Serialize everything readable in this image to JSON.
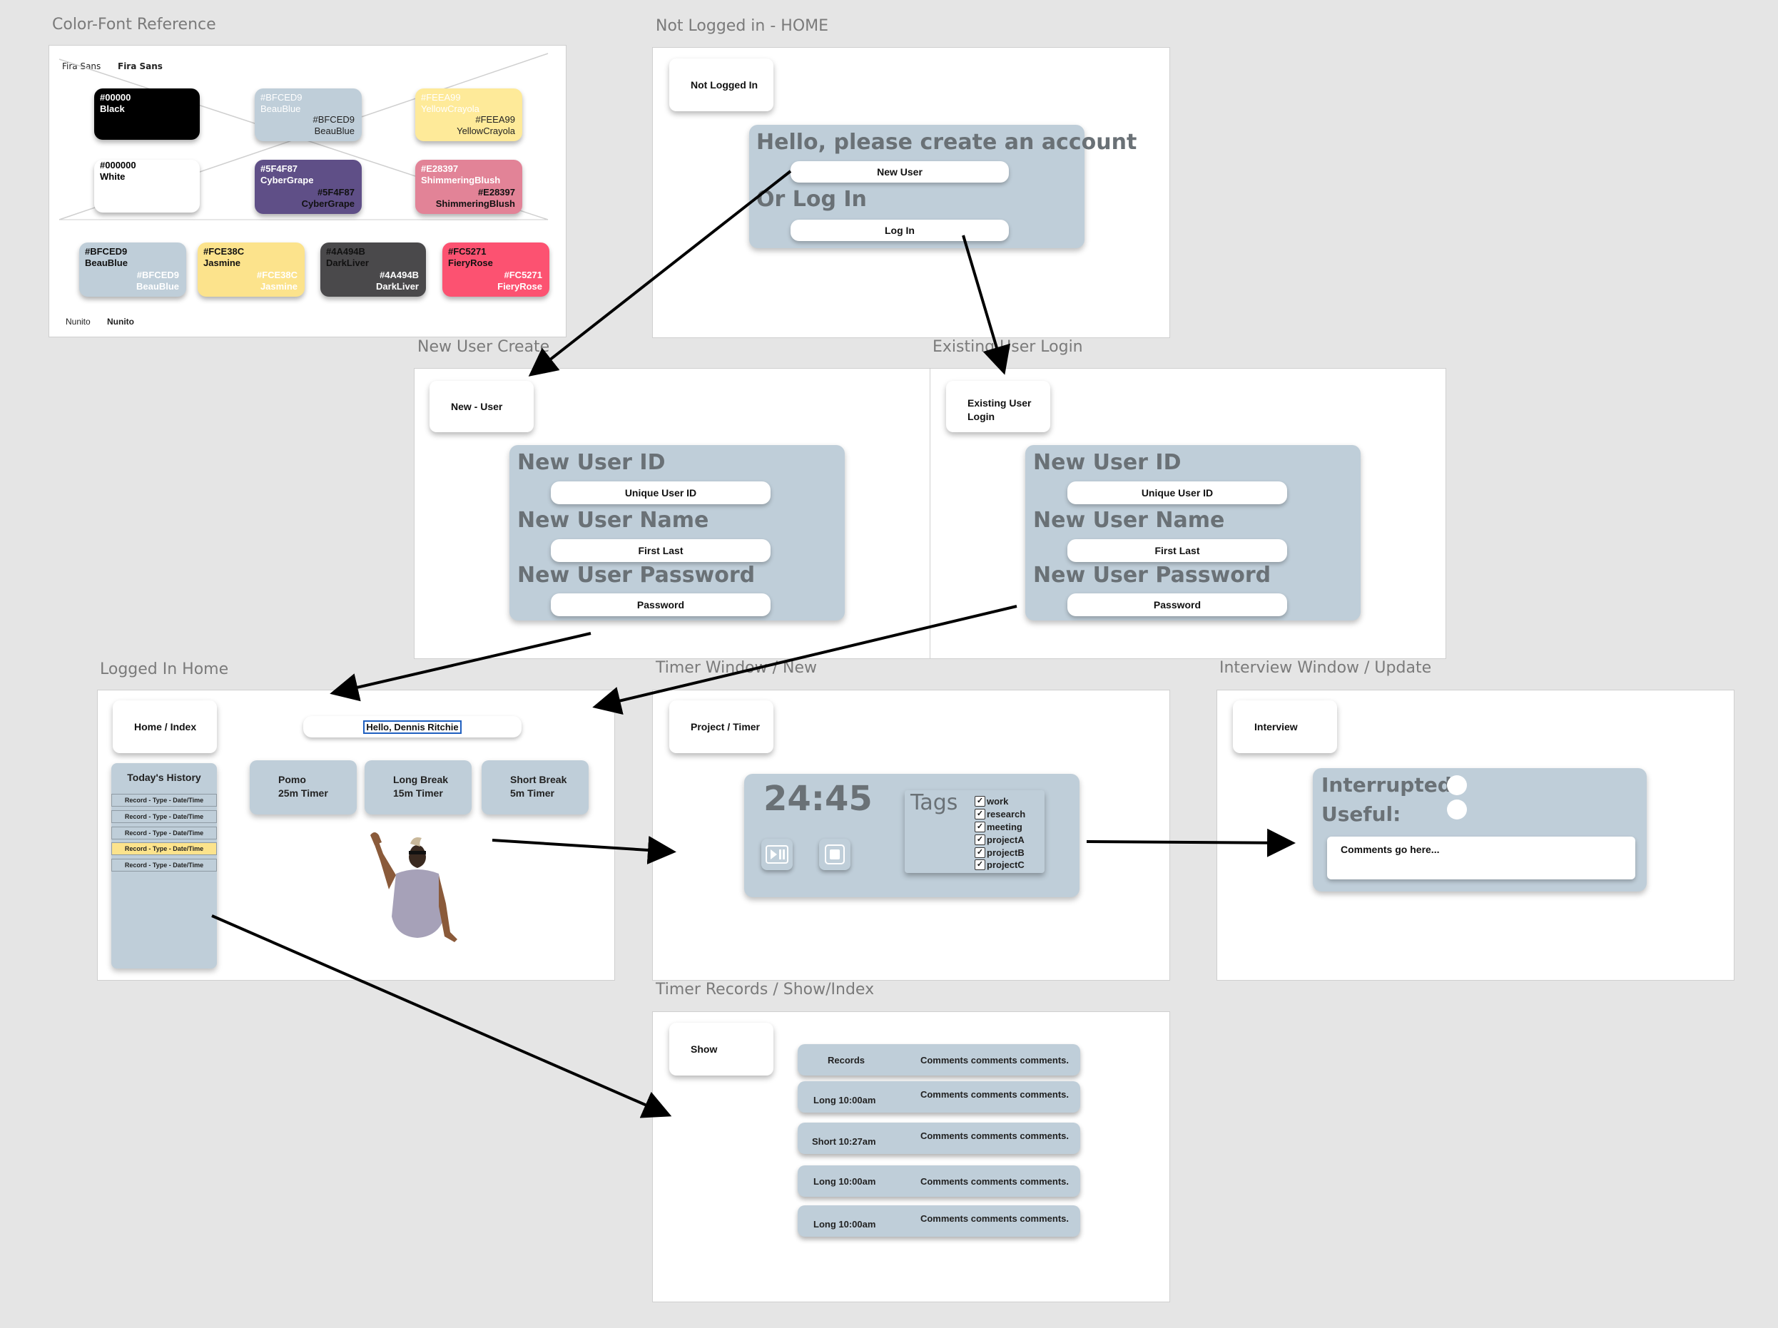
{
  "frames": {
    "color_font": "Color-Font Reference",
    "not_logged_home": "Not Logged in - HOME",
    "new_user_create": "New User Create",
    "existing_login": "Existing User Login",
    "logged_home": "Logged In Home",
    "timer_window": "Timer Window / New",
    "interview_window": "Interview Window / Update",
    "timer_records": "Timer Records / Show/Index"
  },
  "reference": {
    "font1_regular": "Fira Sans",
    "font1_bold": "Fira Sans",
    "font2_regular": "Nunito",
    "font2_bold": "Nunito",
    "swatches": [
      {
        "hex": "#00000",
        "name": "Black",
        "color": "#000000"
      },
      {
        "hex": "#BFCED9",
        "name": "BeauBlue",
        "hex2": "#BFCED9",
        "name2": "BeauBlue",
        "color": "#BFCED9"
      },
      {
        "hex": "#FEEA99",
        "name": "YellowCrayola",
        "hex2": "#FEEA99",
        "name2": "YellowCrayola",
        "color": "#FEEA99"
      },
      {
        "hex": "#000000",
        "name": "White",
        "color": "#FFFFFF"
      },
      {
        "hex": "#5F4F87",
        "name": "CyberGrape",
        "hex2": "#5F4F87",
        "name2": "CyberGrape",
        "color": "#5F4F87"
      },
      {
        "hex": "#E28397",
        "name": "ShimmeringBlush",
        "hex2": "#E28397",
        "name2": "ShimmeringBlush",
        "color": "#E28397"
      }
    ],
    "palette": [
      {
        "hex": "#BFCED9",
        "name": "BeauBlue",
        "hex2": "#BFCED9",
        "name2": "BeauBlue",
        "color": "#BFCED9"
      },
      {
        "hex": "#FCE38C",
        "name": "Jasmine",
        "hex2": "#FCE38C",
        "name2": "Jasmine",
        "color": "#FCE38C"
      },
      {
        "hex": "#4A494B",
        "name": "DarkLiver",
        "hex2": "#4A494B",
        "name2": "DarkLiver",
        "color": "#4A494B"
      },
      {
        "hex": "#FC5271",
        "name": "FieryRose",
        "hex2": "#FC5271",
        "name2": "FieryRose",
        "color": "#FC5271"
      }
    ]
  },
  "home": {
    "card": "Not Logged In",
    "prompt": "Hello, please create an account",
    "new_user_btn": "New User",
    "or_login": "Or Log In",
    "login_btn": "Log In"
  },
  "new_user": {
    "card": "New - User",
    "id_label": "New User ID",
    "id_field": "Unique User ID",
    "name_label": "New User Name",
    "name_field": "First Last",
    "pw_label": "New User Password",
    "pw_field": "Password"
  },
  "existing": {
    "card_line1": "Existing User",
    "card_line2": "Login",
    "id_label": "New User ID",
    "id_field": "Unique User ID",
    "name_label": "New User Name",
    "name_field": "First Last",
    "pw_label": "New User Password",
    "pw_field": "Password"
  },
  "logged": {
    "card": "Home / Index",
    "greeting": "Hello, Dennis Ritchie",
    "history_title": "Today's History",
    "history": [
      "Record - Type - Date/Time",
      "Record - Type - Date/Time",
      "Record - Type - Date/Time",
      "Record - Type - Date/Time",
      "Record - Type - Date/Time"
    ],
    "highlight_index": 3,
    "pomo_l1": "Pomo",
    "pomo_l2": "25m Timer",
    "long_l1": "Long Break",
    "long_l2": "15m Timer",
    "short_l1": "Short Break",
    "short_l2": "5m Timer"
  },
  "timer": {
    "card": "Project / Timer",
    "time": "24:45",
    "tags_label": "Tags",
    "tags": [
      "work",
      "research",
      "meeting",
      "projectA",
      "projectB",
      "projectC"
    ]
  },
  "interview": {
    "card": "Interview",
    "interrupted": "Interrupted:",
    "useful": "Useful:",
    "comments_placeholder": "Comments go here..."
  },
  "records": {
    "card": "Show",
    "rows": [
      {
        "a": "Records",
        "b": "Comments comments comments."
      },
      {
        "a": "Long 10:00am",
        "b": "Comments comments comments."
      },
      {
        "a": "Short 10:27am",
        "b": "Comments comments comments."
      },
      {
        "a": "Long 10:00am",
        "b": "Comments comments comments."
      },
      {
        "a": "Long 10:00am",
        "b": "Comments comments comments."
      }
    ]
  }
}
